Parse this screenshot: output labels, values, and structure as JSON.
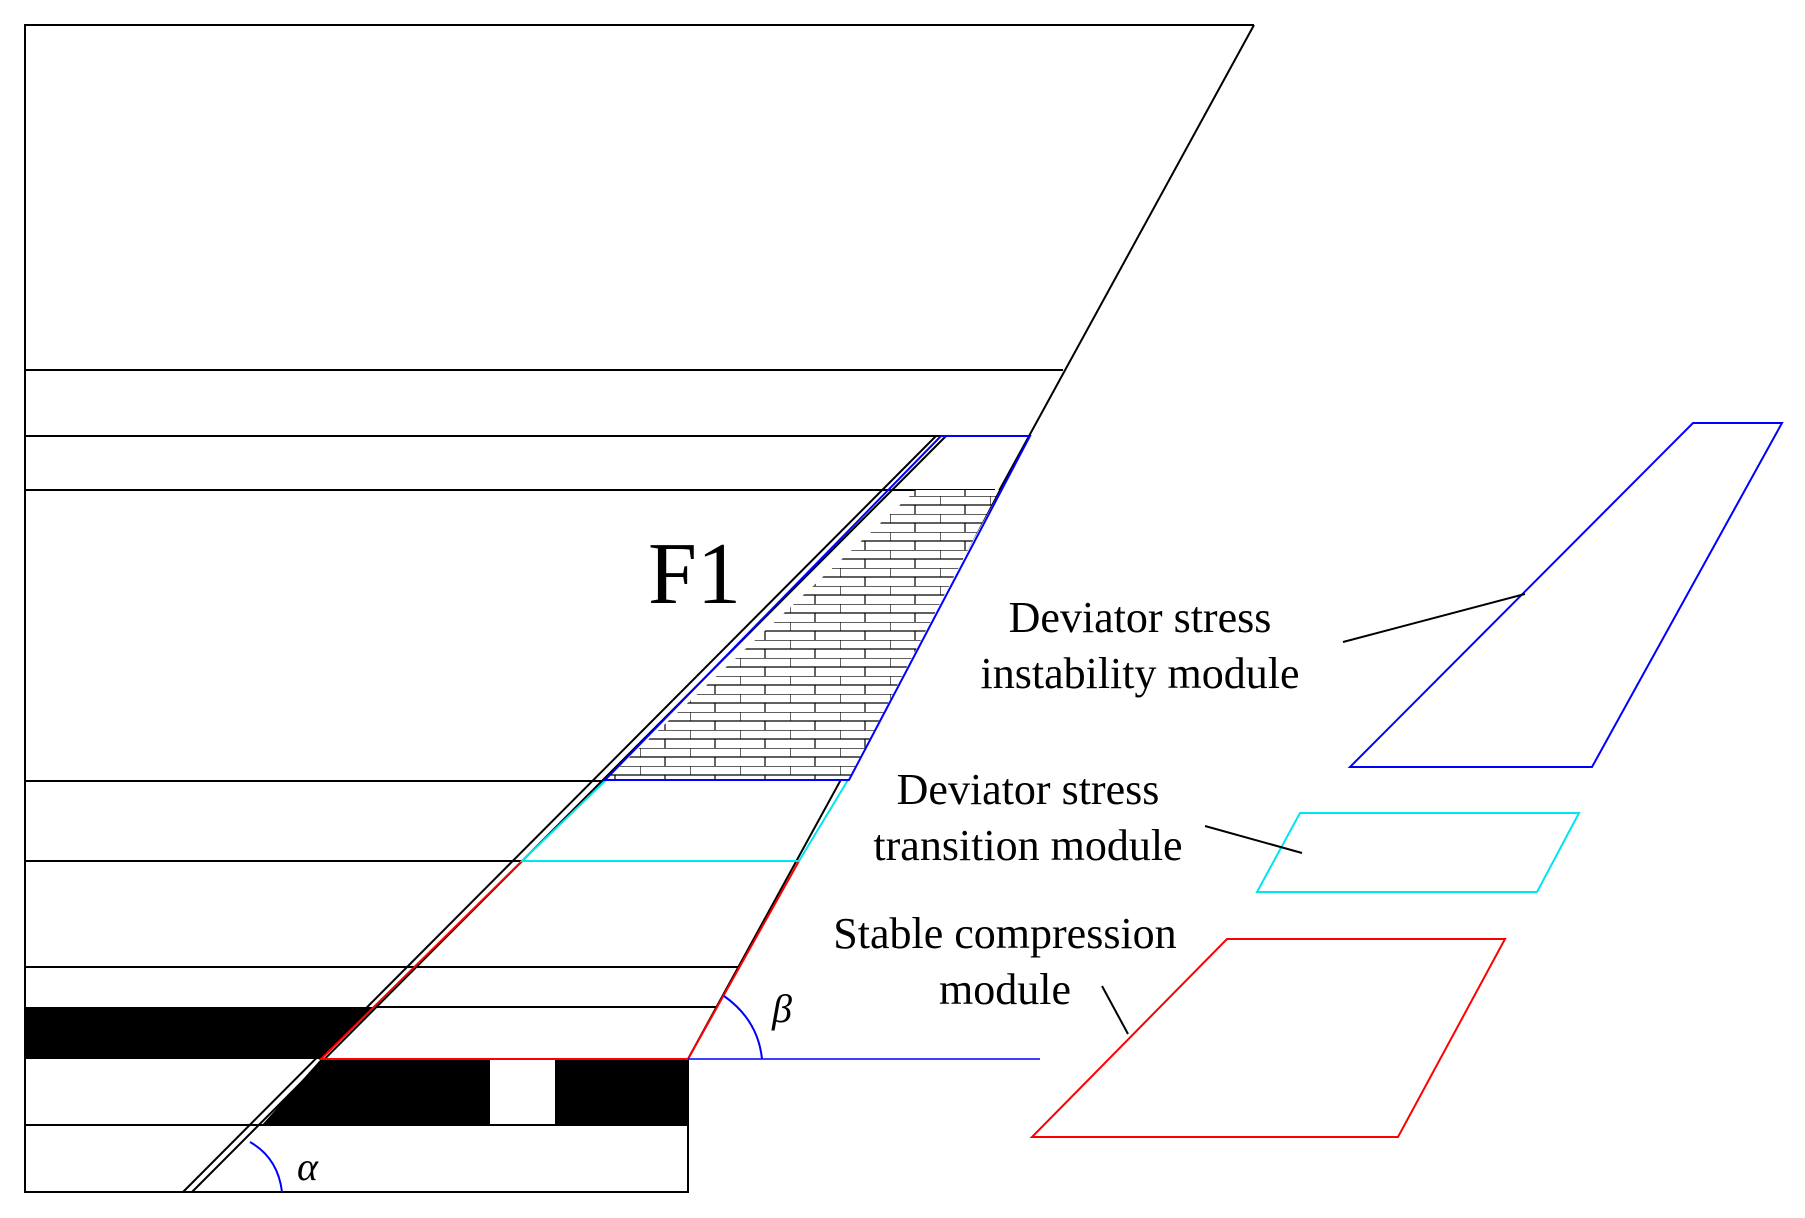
{
  "labels": {
    "fault": "F1",
    "instability_line1": "Deviator stress",
    "instability_line2": "instability module",
    "transition_line1": "Deviator stress",
    "transition_line2": "transition module",
    "stable_line1": "Stable compression",
    "stable_line2": "module",
    "alpha": "α",
    "beta": "β"
  },
  "colors": {
    "line": "#000000",
    "instability": "#0000ff",
    "transition": "#00e5ee",
    "stable": "#ff0000",
    "coal": "#000000"
  }
}
